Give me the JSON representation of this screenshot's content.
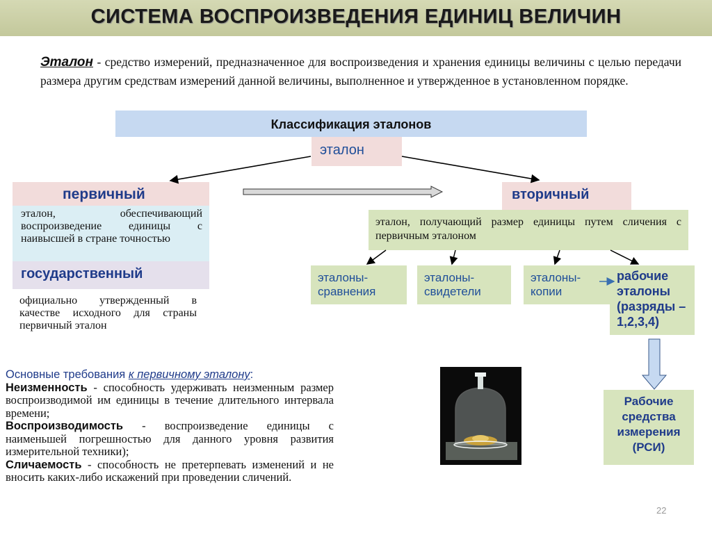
{
  "title": "СИСТЕМА ВОСПРОИЗВЕДЕНИЯ ЕДИНИЦ ВЕЛИЧИН",
  "definition": {
    "term": "Эталон",
    "text": " - средство измерений, предназначенное для воспроизведения и хранения единицы величины с целью передачи размера другим средствам измерений данной величины, выполненное и утвержденное в установленном порядке."
  },
  "classification": {
    "header": "Классификация эталонов",
    "root": "эталон",
    "primary": {
      "label": "первичный",
      "desc": "эталон, обеспечивающий воспроизведение единицы с наивысшей в стране точностью"
    },
    "state": {
      "label": "государственный",
      "desc": "официально утвержденный в качестве исходного для страны первичный эталон"
    },
    "secondary": {
      "label": "вторичный",
      "desc": "эталон, получающий размер единицы путем сличения с первичным эталоном"
    },
    "subtypes": {
      "comparison": "эталоны-сравнения",
      "witness": "эталоны-свидетели",
      "copies": "эталоны-копии",
      "working": "рабочие эталоны (разряды – 1,2,3,4)"
    },
    "rsi": "Рабочие средства измерения (РСИ)"
  },
  "requirements": {
    "heading_pre": "Основные требования ",
    "heading_link": "к первичному эталону",
    "heading_post": ":",
    "items": [
      {
        "term": "Неизменность",
        "text": " - способность удерживать неизменным размер воспроизводимой им единицы в течение длительного интервала времени;"
      },
      {
        "term": "Воспроизводимость",
        "text": " - воспроизведение единицы с наименьшей погрешностью для данного уровня развития измерительной техники);"
      },
      {
        "term": "Сличаемость",
        "text": " - способность не претерпевать изменений и не вносить каких-либо искажений при проведении сличений."
      }
    ]
  },
  "slide_number": "22",
  "colors": {
    "title_bar": "#c8cca0",
    "header_box": "#c6d9f1",
    "pink_box": "#f2dcdb",
    "green_box": "#d7e4bd",
    "lavender_box": "#e5e0ec",
    "lightblue_box": "#dbeef4",
    "label_blue": "#1f3b8a"
  },
  "icons": [
    "arrow-icon",
    "kilogram-prototype-image"
  ]
}
